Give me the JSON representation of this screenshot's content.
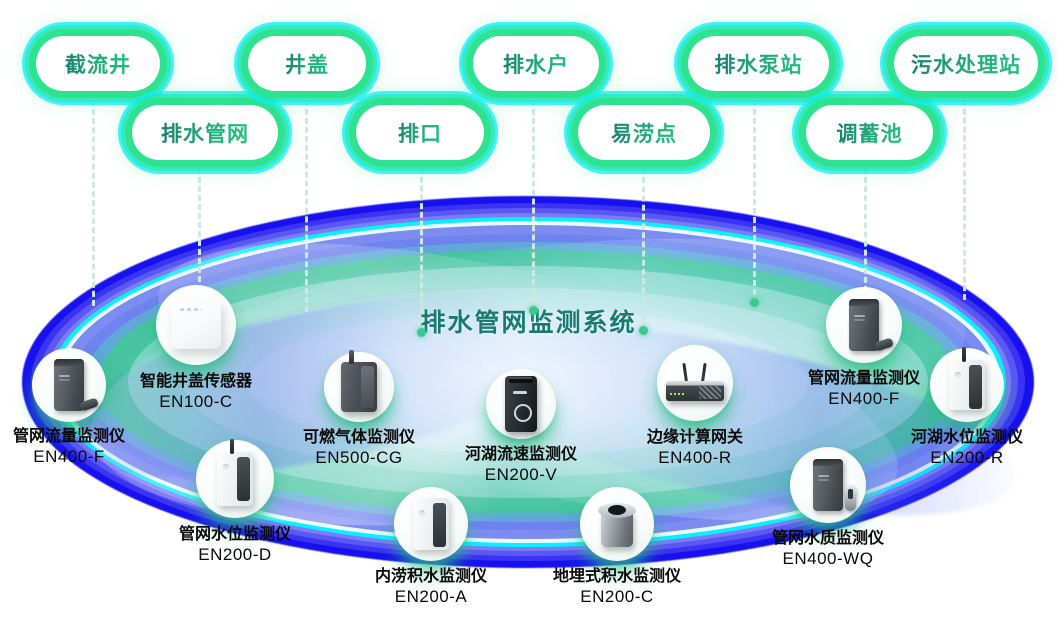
{
  "diagram": {
    "center_title": "排水管网监测系统",
    "accent_green": "#2ee28c",
    "accent_cyan": "#0af0ff",
    "accent_blue": "#1710ef",
    "title_color": "#177b74",
    "pill_text_color": "#1f9e78",
    "caption_color": "#0a0a0a"
  },
  "scenarios": [
    {
      "label": "截流井",
      "row": "top",
      "icon": "pill-scenario"
    },
    {
      "label": "排水管网",
      "row": "bottom",
      "icon": "pill-scenario"
    },
    {
      "label": "井盖",
      "row": "top",
      "icon": "pill-scenario"
    },
    {
      "label": "排口",
      "row": "bottom",
      "icon": "pill-scenario"
    },
    {
      "label": "排水户",
      "row": "top",
      "icon": "pill-scenario"
    },
    {
      "label": "易涝点",
      "row": "bottom",
      "icon": "pill-scenario"
    },
    {
      "label": "排水泵站",
      "row": "top",
      "icon": "pill-scenario"
    },
    {
      "label": "调蓄池",
      "row": "bottom",
      "icon": "pill-scenario"
    },
    {
      "label": "污水处理站",
      "row": "top",
      "icon": "pill-scenario"
    }
  ],
  "devices": [
    {
      "name": "管网流量监测仪",
      "model": "EN400-F",
      "icon": "dark-tower-with-probe"
    },
    {
      "name": "智能井盖传感器",
      "model": "EN100-C",
      "icon": "white-square-plate"
    },
    {
      "name": "管网水位监测仪",
      "model": "EN200-D",
      "icon": "white-box-antenna"
    },
    {
      "name": "可燃气体监测仪",
      "model": "EN500-CG",
      "icon": "dark-box-antenna"
    },
    {
      "name": "内涝积水监测仪",
      "model": "EN200-A",
      "icon": "white-box"
    },
    {
      "name": "河湖流速监测仪",
      "model": "EN200-V",
      "icon": "black-flow-meter"
    },
    {
      "name": "地埋式积水监测仪",
      "model": "EN200-C",
      "icon": "buried-cylinder"
    },
    {
      "name": "边缘计算网关",
      "model": "EN400-R",
      "icon": "router-gateway"
    },
    {
      "name": "管网流量监测仪",
      "model": "EN400-F",
      "icon": "dark-tower-with-probe"
    },
    {
      "name": "管网水质监测仪",
      "model": "EN400-WQ",
      "icon": "dark-tower-with-sensor"
    },
    {
      "name": "河湖水位监测仪",
      "model": "EN200-R",
      "icon": "white-box-antenna"
    }
  ]
}
